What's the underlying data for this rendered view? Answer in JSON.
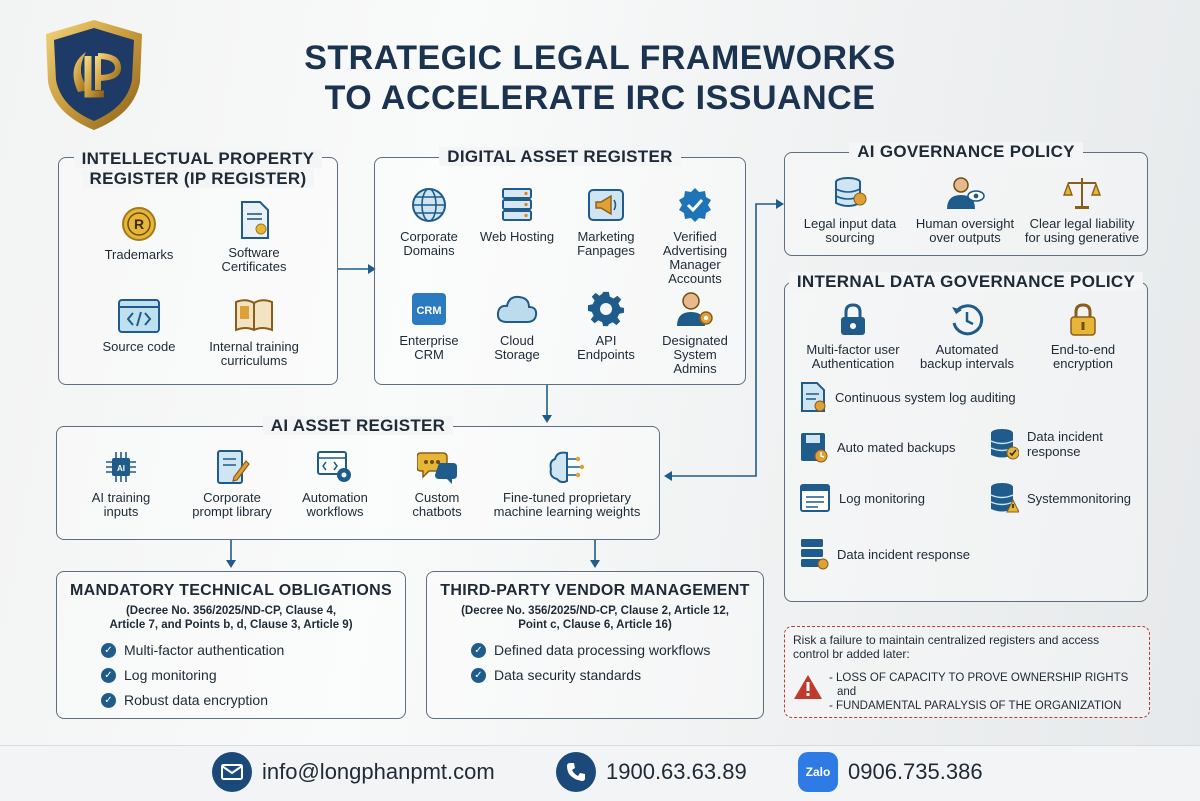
{
  "title": {
    "line1": "STRATEGIC LEGAL FRAMEWORKS",
    "line2": "TO ACCELERATE IRC ISSUANCE"
  },
  "ip_register": {
    "title_line1": "INTELLECTUAL PROPERTY",
    "title_line2": "REGISTER (IP REGISTER)",
    "items": [
      {
        "icon": "trademark-icon",
        "label": "Trademarks"
      },
      {
        "icon": "certificate-icon",
        "label1": "Software",
        "label2": "Certificates"
      },
      {
        "icon": "source-code-icon",
        "label": "Source code"
      },
      {
        "icon": "book-icon",
        "label1": "Internal training",
        "label2": "curriculums"
      }
    ]
  },
  "digital_register": {
    "title": "DIGITAL ASSET REGISTER",
    "items": [
      {
        "icon": "globe-icon",
        "label1": "Corporate",
        "label2": "Domains"
      },
      {
        "icon": "server-icon",
        "label1": "Web Hosting"
      },
      {
        "icon": "megaphone-icon",
        "label1": "Marketing",
        "label2": "Fanpages"
      },
      {
        "icon": "verified-badge-icon",
        "label1": "Verified",
        "label2": "Advertising",
        "label3": "Manager",
        "label4": "Accounts"
      },
      {
        "icon": "crm-icon",
        "icon_text": "CRM",
        "label1": "Enterprise",
        "label2": "CRM"
      },
      {
        "icon": "cloud-icon",
        "label1": "Cloud",
        "label2": "Storage"
      },
      {
        "icon": "gear-icon",
        "label1": "API",
        "label2": "Endpoints"
      },
      {
        "icon": "admin-user-icon",
        "label1": "Designated",
        "label2": "System",
        "label3": "Admins"
      }
    ]
  },
  "ai_governance": {
    "title": "AI GOVERNANCE POLICY",
    "items": [
      {
        "icon": "database-icon",
        "label1": "Legal input data",
        "label2": "sourcing"
      },
      {
        "icon": "oversight-icon",
        "label1": "Human oversight",
        "label2": "over outputs"
      },
      {
        "icon": "scales-icon",
        "label1": "Clear legal liability",
        "label2": "for using generative"
      }
    ]
  },
  "internal_data": {
    "title": "INTERNAL DATA GOVERNANCE POLICY",
    "top_items": [
      {
        "icon": "lock-icon",
        "label1": "Multi-factor user",
        "label2": "Authentication"
      },
      {
        "icon": "backup-clock-icon",
        "label1": "Automated",
        "label2": "backup intervals"
      },
      {
        "icon": "padlock-icon",
        "label1": "End-to-end",
        "label2": "encryption"
      }
    ],
    "rows": [
      {
        "icon": "log-audit-icon",
        "label": "Continuous system log auditing"
      },
      {
        "icon": "backup-disk-icon",
        "label": "Auto mated backups"
      },
      {
        "icon": "incident-db-icon",
        "label1": "Data incident",
        "label2": "response"
      },
      {
        "icon": "log-monitor-icon",
        "label": "Log monitoring"
      },
      {
        "icon": "system-monitor-icon",
        "label": "Systemmonitoring"
      },
      {
        "icon": "incident-server-icon",
        "label": "Data incident response"
      }
    ]
  },
  "ai_register": {
    "title": "AI ASSET REGISTER",
    "items": [
      {
        "icon": "chip-icon",
        "label1": "AI training",
        "label2": "inputs"
      },
      {
        "icon": "prompt-library-icon",
        "label1": "Corporate",
        "label2": "prompt library"
      },
      {
        "icon": "workflow-icon",
        "label1": "Automation",
        "label2": "workflows"
      },
      {
        "icon": "chatbot-icon",
        "label1": "Custom",
        "label2": "chatbots"
      },
      {
        "icon": "brain-icon",
        "label1": "Fine-tuned proprietary",
        "label2": "machine learning weights"
      }
    ]
  },
  "mandatory": {
    "title": "MANDATORY TECHNICAL OBLIGATIONS",
    "sub1": "(Decree No. 356/2025/ND-CP, Clause 4,",
    "sub2": "Article 7, and Points b, d, Clause 3, Article 9)",
    "items": [
      "Multi-factor authentication",
      "Log monitoring",
      "Robust data encryption"
    ]
  },
  "vendor": {
    "title": "THIRD-PARTY VENDOR MANAGEMENT",
    "sub1": "(Decree No. 356/2025/ND-CP, Clause 2, Article 12,",
    "sub2": "Point c, Clause 6, Article 16)",
    "items": [
      "Defined data processing workflows",
      "Data security standards"
    ]
  },
  "risk": {
    "line1": "Risk a failure to maintain centralized registers and access",
    "line2": "control br added later:",
    "point1a": "- LOSS OF CAPACITY TO PROVE OWNERSHIP RIGHTS",
    "point1b": "and",
    "point2": "- FUNDAMENTAL PARALYSIS OF THE ORGANIZATION"
  },
  "footer": {
    "email": "info@longphanpmt.com",
    "phone": "1900.63.63.89",
    "zalo_label": "Zalo",
    "zalo_number": "0906.735.386"
  },
  "colors": {
    "title": "#1c3350",
    "accent_blue": "#1f5c8b",
    "footer_blue": "#1b4a7a",
    "risk_red": "#c0392b",
    "logo_gold": "#c89a3c"
  }
}
